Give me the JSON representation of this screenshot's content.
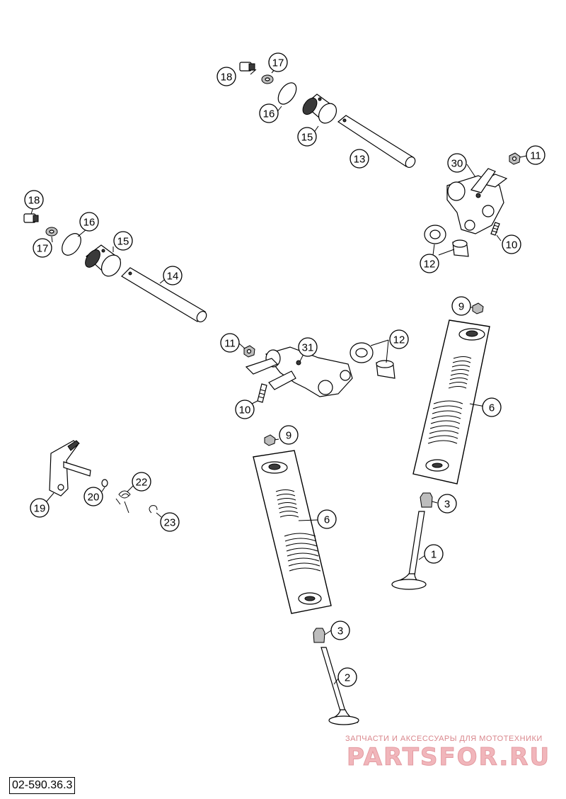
{
  "drawing_ref": "02-590.36.3",
  "watermark": {
    "caption": "ЗАПЧАСТИ И АКСЕССУАРЫ ДЛЯ МОТОТЕХНИКИ",
    "logo": "PARTSFOR.RU"
  },
  "callouts": {
    "c1": "1",
    "c2": "2",
    "c3a": "3",
    "c3b": "3",
    "c6a": "6",
    "c6b": "6",
    "c9a": "9",
    "c9b": "9",
    "c10a": "10",
    "c10b": "10",
    "c11a": "11",
    "c11b": "11",
    "c12a": "12",
    "c12b": "12",
    "c13": "13",
    "c14": "14",
    "c15a": "15",
    "c15b": "15",
    "c16a": "16",
    "c16b": "16",
    "c17a": "17",
    "c17b": "17",
    "c18a": "18",
    "c18b": "18",
    "c19": "19",
    "c20": "20",
    "c22": "22",
    "c23": "23",
    "c30": "30",
    "c31": "31"
  }
}
